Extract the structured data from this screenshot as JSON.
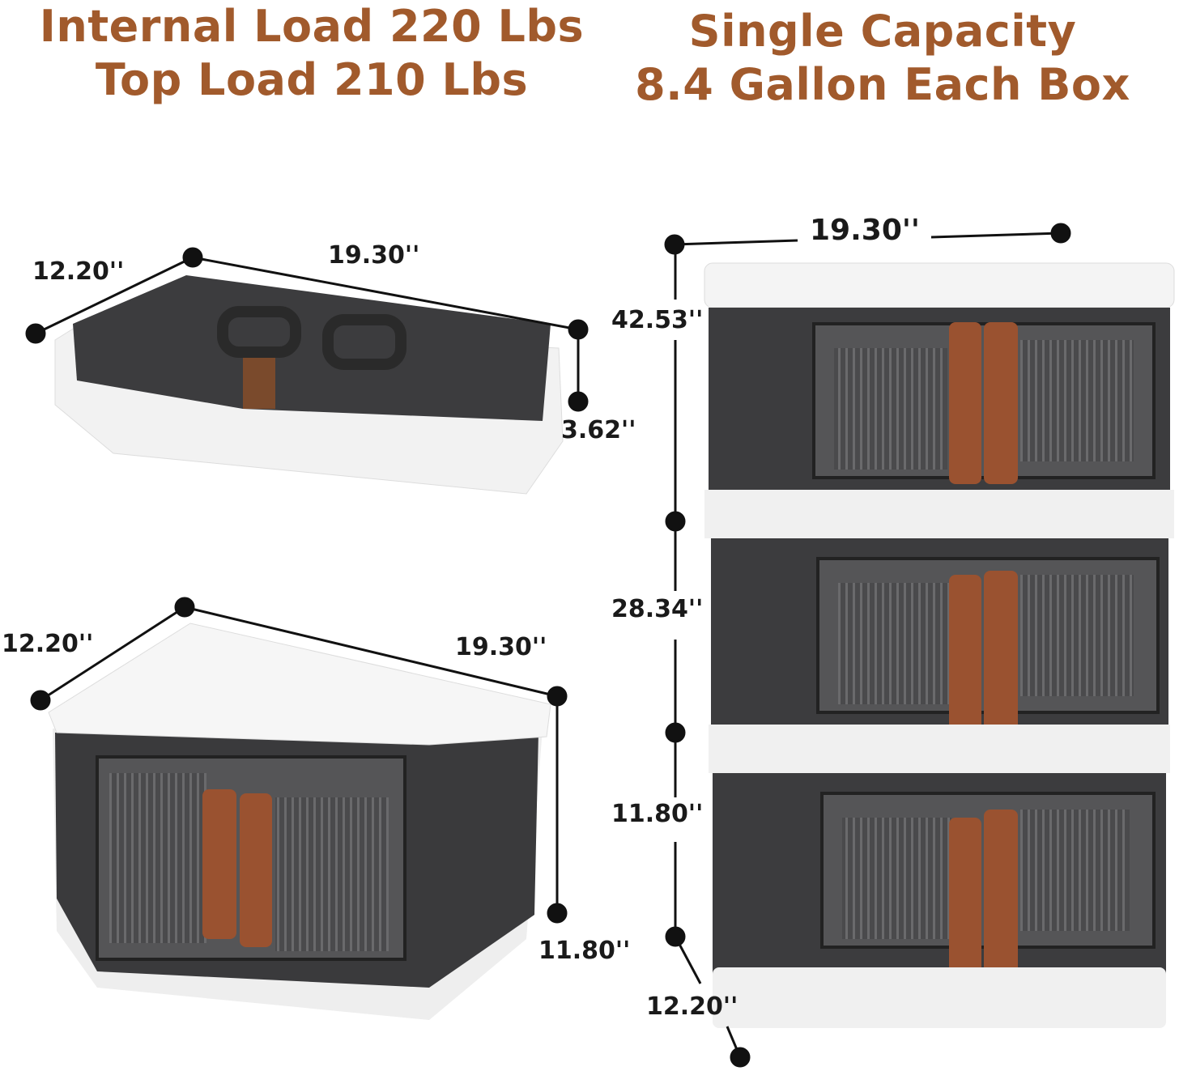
{
  "headline_left": {
    "line1": "Internal Load 220 Lbs",
    "line2": "Top Load 210 Lbs"
  },
  "headline_right": {
    "line1": "Single Capacity",
    "line2": "8.4 Gallon Each Box"
  },
  "folded_box": {
    "depth": "12.20''",
    "width": "19.30''",
    "height": "3.62''"
  },
  "single_box": {
    "depth": "12.20''",
    "width": "19.30''",
    "height": "11.80''"
  },
  "stacked_boxes": {
    "width": "19.30''",
    "total_height": "42.53''",
    "two_height": "28.34''",
    "one_height": "11.80''",
    "depth": "12.20''"
  },
  "colors": {
    "headline": "#a15a2c",
    "box_body": "#3e3e40",
    "lid": "#f4f4f4",
    "handle": "#9a5230"
  }
}
